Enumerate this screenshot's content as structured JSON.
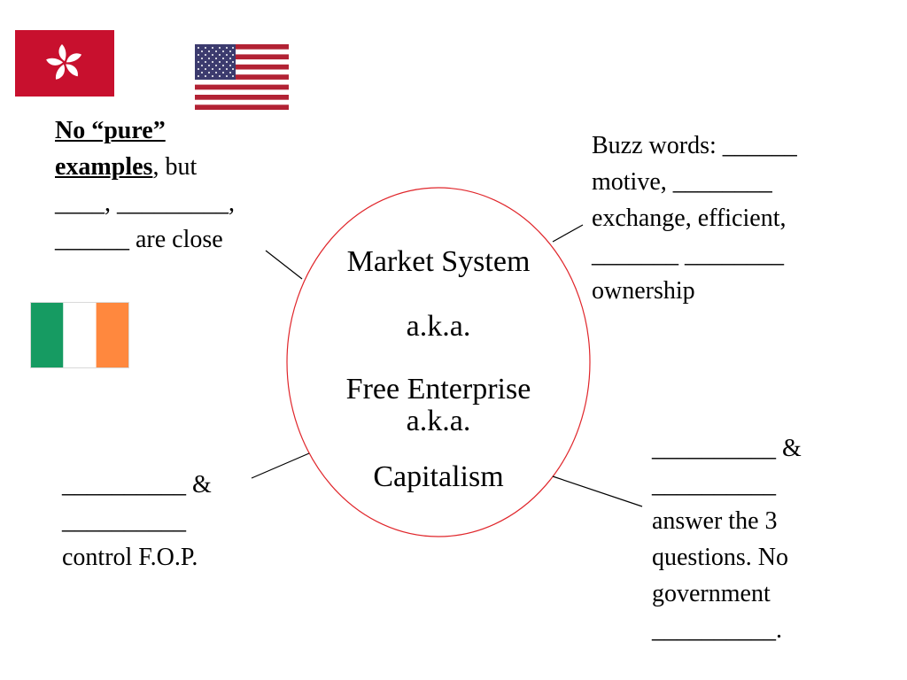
{
  "top_left": {
    "bold_part_1": "No “pure”",
    "bold_part_2": "examples",
    "rest_1": ", but",
    "line_2": "____, _________,",
    "line_3": "______ are close"
  },
  "center": {
    "line_1": "Market System",
    "line_2": "a.k.a.",
    "line_3": "Free Enterprise",
    "line_4": "a.k.a.",
    "line_5": "Capitalism"
  },
  "top_right": {
    "line_1": "Buzz words: ______",
    "line_2": "motive, ________",
    "line_3": "exchange, efficient,",
    "line_4": "_______ ________",
    "line_5": "ownership"
  },
  "bottom_left": {
    "line_1": "__________ &",
    "line_2": "__________",
    "line_3": "control F.O.P."
  },
  "bottom_right": {
    "line_1": "__________ &",
    "line_2": "__________",
    "line_3": "answer the 3",
    "line_4": "questions. No",
    "line_5": "government",
    "line_6": "__________."
  },
  "flags": {
    "hong_kong": "hong-kong-flag-icon",
    "usa": "usa-flag-icon",
    "ireland": "ireland-flag-icon"
  },
  "colors": {
    "ellipse_stroke": "#e0262b",
    "hk_red": "#c8102e",
    "usa_red": "#b22234",
    "usa_blue": "#3c3b6e",
    "ireland_green": "#169b62",
    "ireland_orange": "#ff883e"
  }
}
